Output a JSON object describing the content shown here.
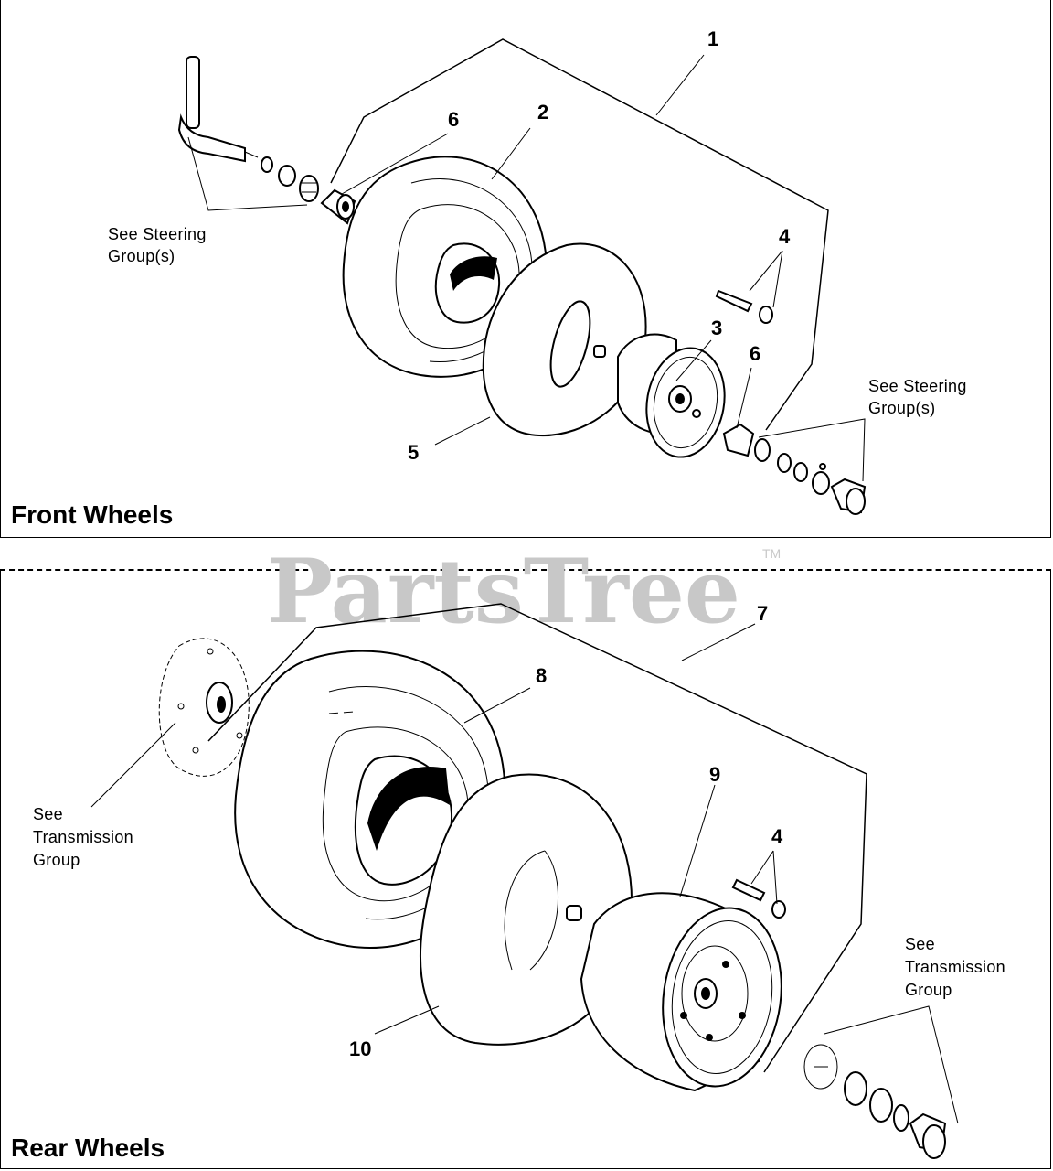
{
  "watermark": {
    "text": "PartsTree",
    "tm": "TM"
  },
  "front": {
    "title": "Front Wheels",
    "callouts": {
      "c1": "1",
      "c2": "2",
      "c3": "3",
      "c4": "4",
      "c5": "5",
      "c6a": "6",
      "c6b": "6"
    },
    "note_left": {
      "line1": "See Steering",
      "line2": "Group(s)"
    },
    "note_right": {
      "line1": "See Steering",
      "line2": "Group(s)"
    }
  },
  "rear": {
    "title": "Rear Wheels",
    "callouts": {
      "c7": "7",
      "c8": "8",
      "c9": "9",
      "c4": "4",
      "c10": "10"
    },
    "note_left": {
      "line1": "See",
      "line2": "Transmission",
      "line3": "Group"
    },
    "note_right": {
      "line1": "See",
      "line2": "Transmission",
      "line3": "Group"
    }
  },
  "colors": {
    "line": "#000000",
    "watermark": "#c8c8c8",
    "background": "#ffffff"
  }
}
